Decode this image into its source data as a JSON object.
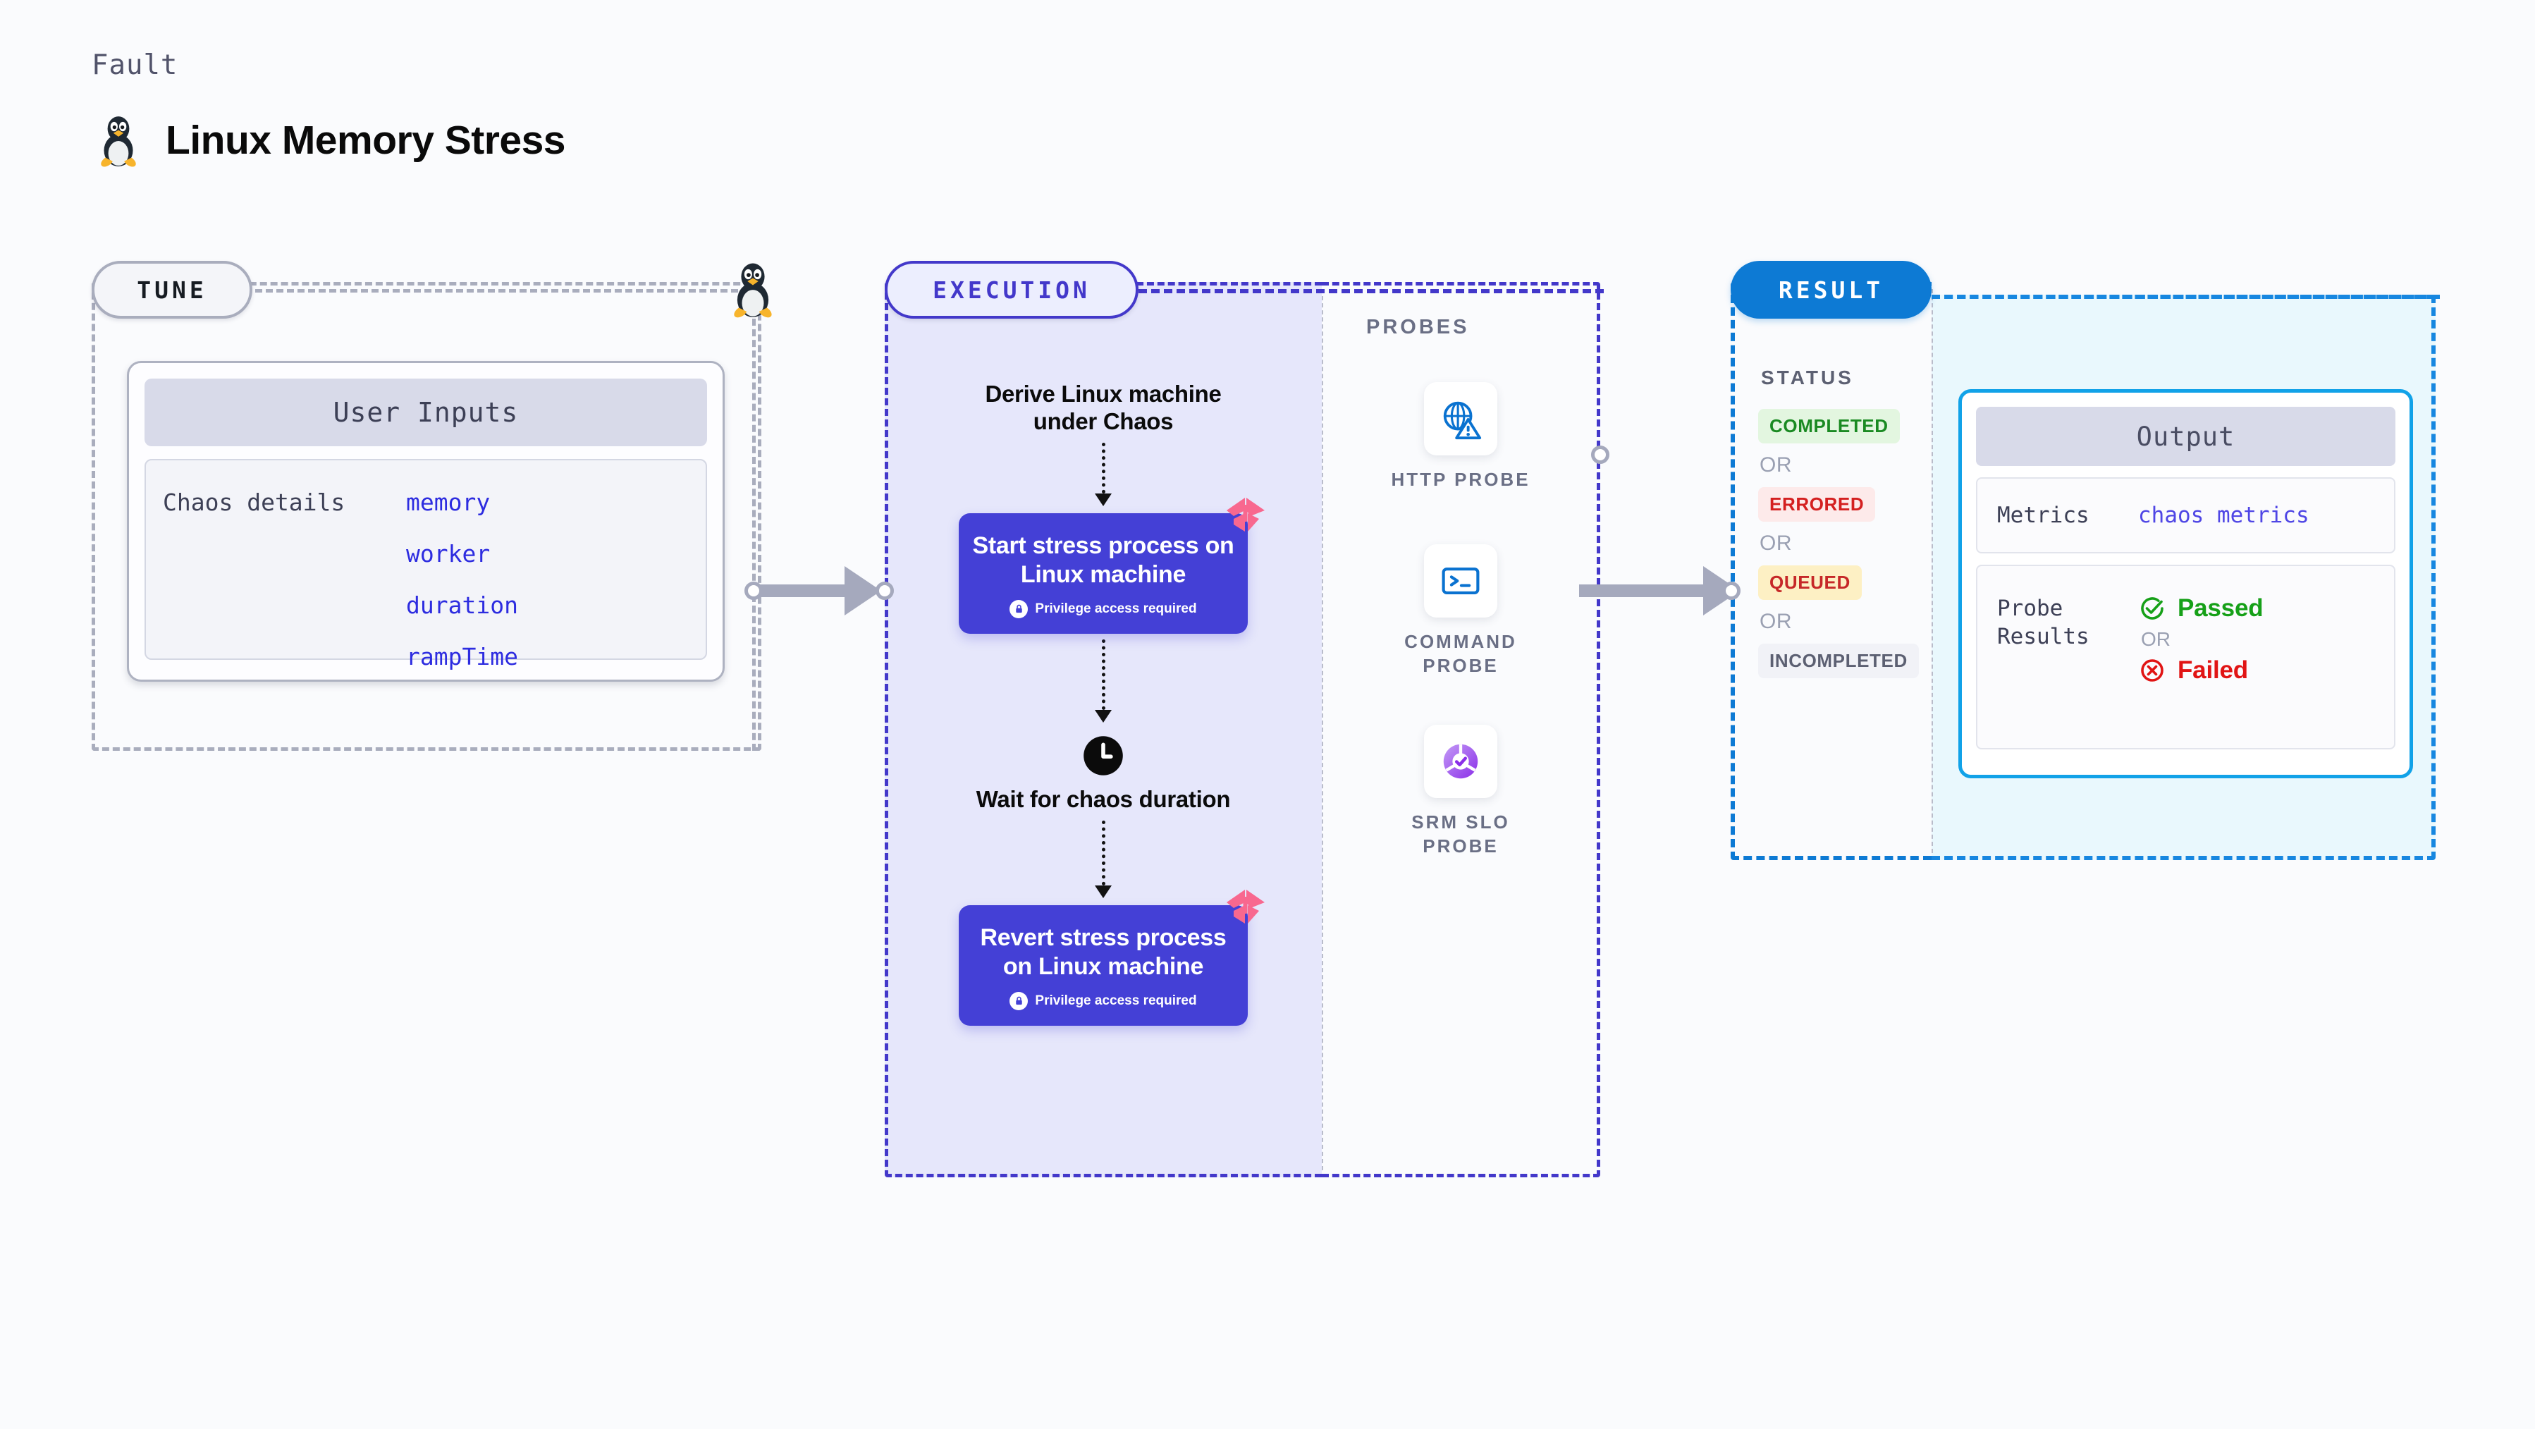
{
  "header": {
    "kicker": "Fault",
    "title": "Linux Memory Stress",
    "icon": "linux-tux-icon"
  },
  "tune": {
    "pill_label": "TUNE",
    "node_icon": "linux-tux-icon",
    "card": {
      "title": "User Inputs",
      "key": "Chaos details",
      "values": [
        "memory",
        "worker",
        "duration",
        "rampTime"
      ]
    }
  },
  "execution": {
    "pill_label": "EXECUTION",
    "steps": [
      {
        "type": "text",
        "label": "Derive Linux machine under Chaos"
      },
      {
        "type": "action",
        "label": "Start stress process on Linux machine",
        "note": "Privilege access required",
        "icon": "lock-icon",
        "badge": "harness-logo-icon"
      },
      {
        "type": "wait",
        "label": "Wait for chaos duration",
        "icon": "clock-icon"
      },
      {
        "type": "action",
        "label": "Revert stress process on Linux machine",
        "note": "Privilege access required",
        "icon": "lock-icon",
        "badge": "harness-logo-icon"
      }
    ]
  },
  "probes": {
    "label": "PROBES",
    "items": [
      {
        "name": "HTTP PROBE",
        "icon": "globe-warning-icon"
      },
      {
        "name": "COMMAND PROBE",
        "icon": "terminal-icon"
      },
      {
        "name": "SRM SLO PROBE",
        "icon": "slo-donut-check-icon"
      }
    ]
  },
  "result": {
    "pill_label": "RESULT",
    "status_label": "STATUS",
    "or_label": "OR",
    "statuses": [
      {
        "label": "COMPLETED",
        "color": "#1a8a22",
        "bg": "#e3f6e0"
      },
      {
        "label": "ERRORED",
        "color": "#d42020",
        "bg": "#fdeaea"
      },
      {
        "label": "QUEUED",
        "color": "#c62828",
        "bg": "#fdf0c4"
      },
      {
        "label": "INCOMPLETED",
        "color": "#5c6072",
        "bg": "#f1f2f7"
      }
    ],
    "output": {
      "title": "Output",
      "metrics_key": "Metrics",
      "metrics_value": "chaos metrics",
      "probe_results_key": "Probe Results",
      "or_label": "OR",
      "passed_label": "Passed",
      "failed_label": "Failed",
      "passed_icon": "check-circle-icon",
      "failed_icon": "x-circle-icon"
    }
  },
  "colors": {
    "background": "#fafbfd",
    "execution_accent": "#4338ca",
    "execution_fill": "#e6e7fb",
    "action_box": "#4440d6",
    "result_accent": "#0d7ad4",
    "result_fill": "#e9f8fd",
    "tune_accent": "#a9adbd",
    "link": "#2d2ce0",
    "harness_pink": "#f8688f",
    "arrow_grey": "#a5a9bd"
  }
}
